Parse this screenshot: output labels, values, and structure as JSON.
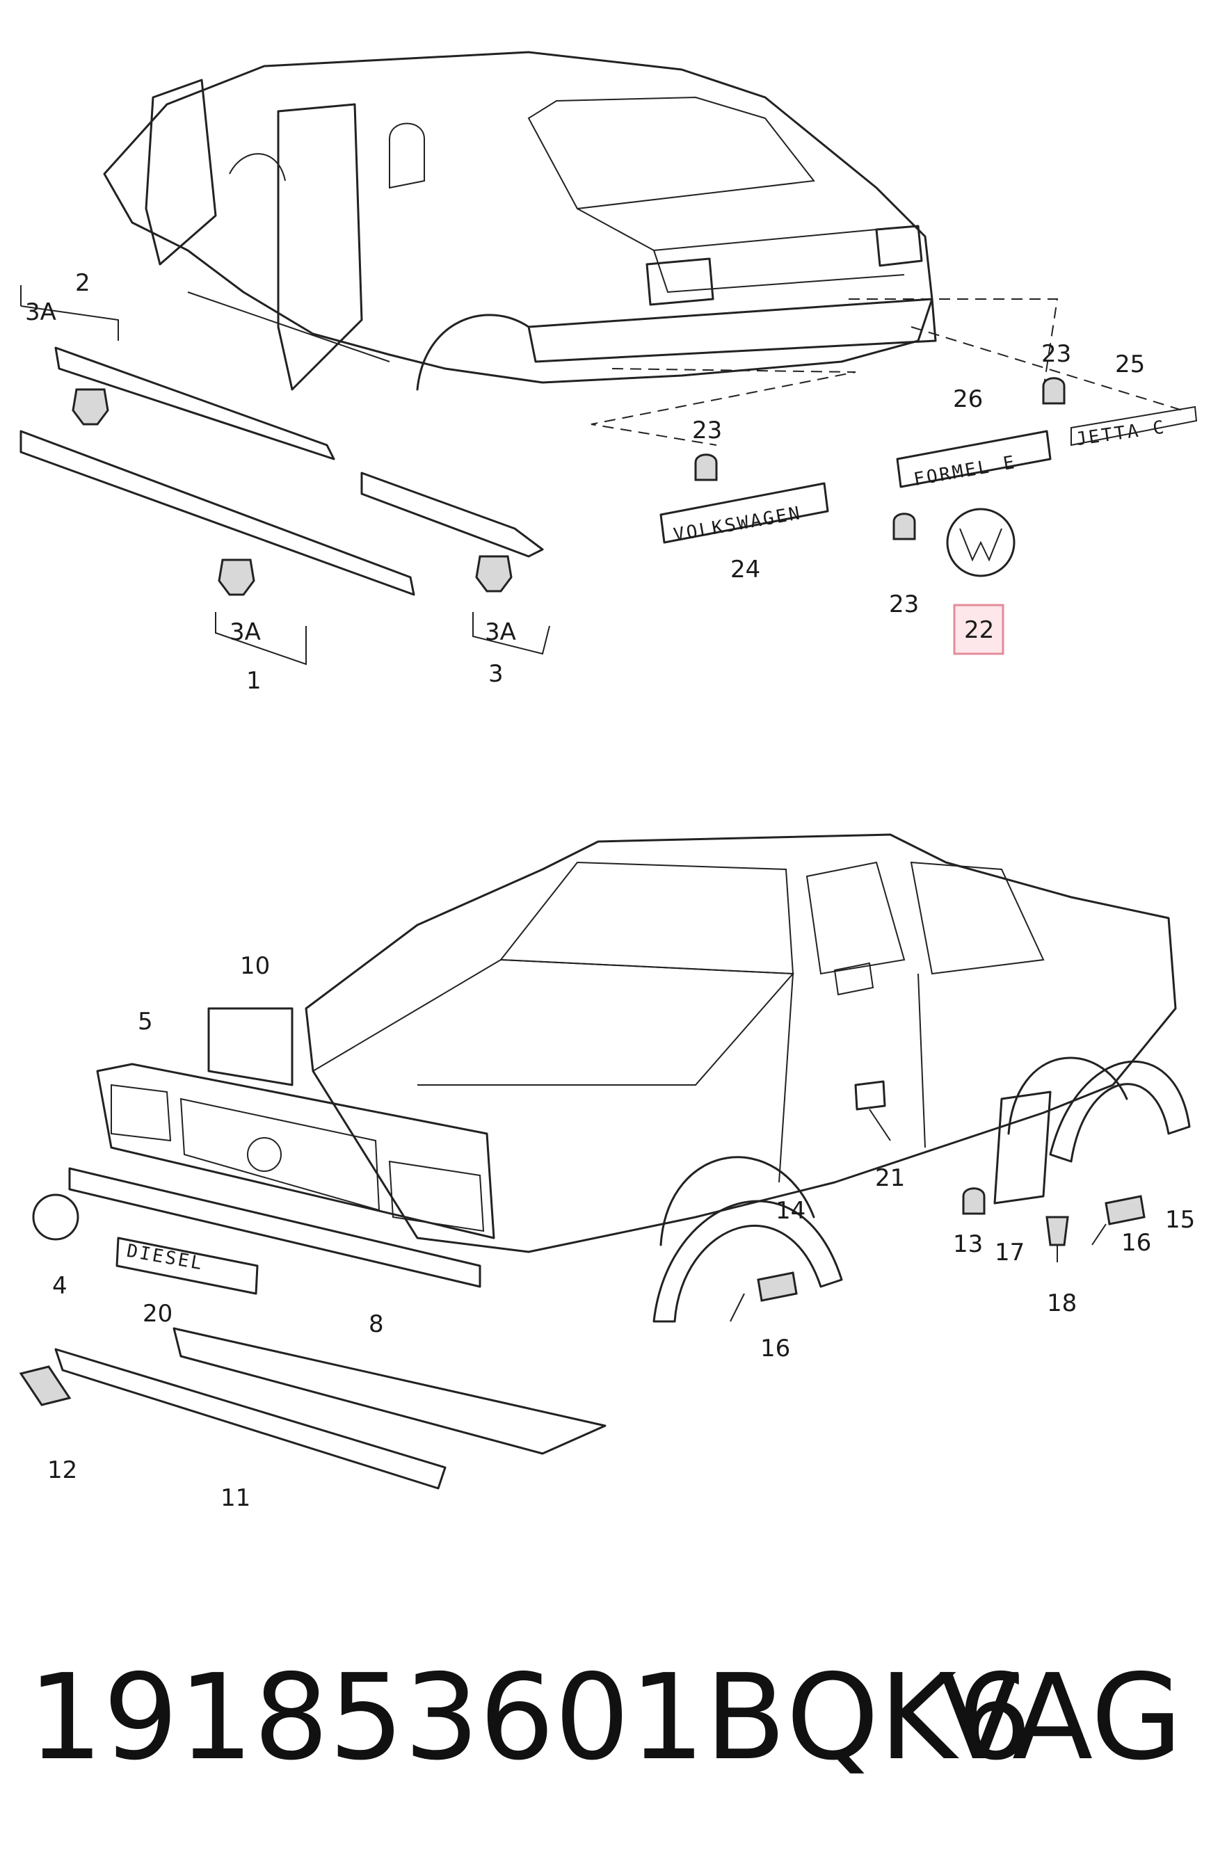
{
  "callouts": {
    "c1": "1",
    "c2": "2",
    "c3": "3",
    "c3a_1": "3A",
    "c3a_2": "3A",
    "c3a_3": "3A",
    "c4": "4",
    "c5": "5",
    "c8": "8",
    "c10": "10",
    "c11": "11",
    "c12": "12",
    "c13": "13",
    "c14": "14",
    "c15": "15",
    "c16a": "16",
    "c16b": "16",
    "c17": "17",
    "c18": "18",
    "c20": "20",
    "c21": "21",
    "c22": "22",
    "c23a": "23",
    "c23b": "23",
    "c23c": "23",
    "c24": "24",
    "c25": "25",
    "c26": "26"
  },
  "badges": {
    "volkswagen": "VOLKSWAGEN",
    "formel": "FORMEL E",
    "jetta": "JETTA C",
    "diesel": "DIESEL"
  },
  "footer": {
    "part_number": "191853601BQK6",
    "brand": "VAG"
  },
  "colors": {
    "highlight_fill": "#fde7ea",
    "highlight_border": "#e58b9a"
  }
}
